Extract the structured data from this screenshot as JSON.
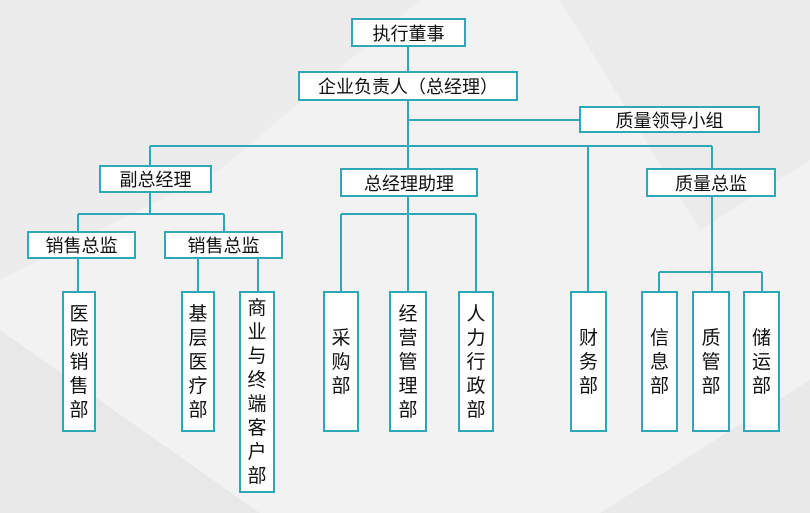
{
  "colors": {
    "line": "#2ea8b8",
    "border": "#2ea8b8",
    "background": "#f2f2f2"
  },
  "nodes": {
    "ceo": "执行董事",
    "gm": "企业负责人（总经理）",
    "quality_group": "质量领导小组",
    "deputy_gm": "副总经理",
    "gm_assistant": "总经理助理",
    "quality_director": "质量总监",
    "sales_director_1": "销售总监",
    "sales_director_2": "销售总监",
    "hospital_sales": "医院销售部",
    "primary_care": "基层医疗部",
    "commercial_terminal": "商业与终端客户部",
    "procurement": "采购部",
    "operations": "经营管理部",
    "hr_admin": "人力行政部",
    "finance": "财务部",
    "info": "信息部",
    "qa": "质管部",
    "logistics": "储运部"
  }
}
